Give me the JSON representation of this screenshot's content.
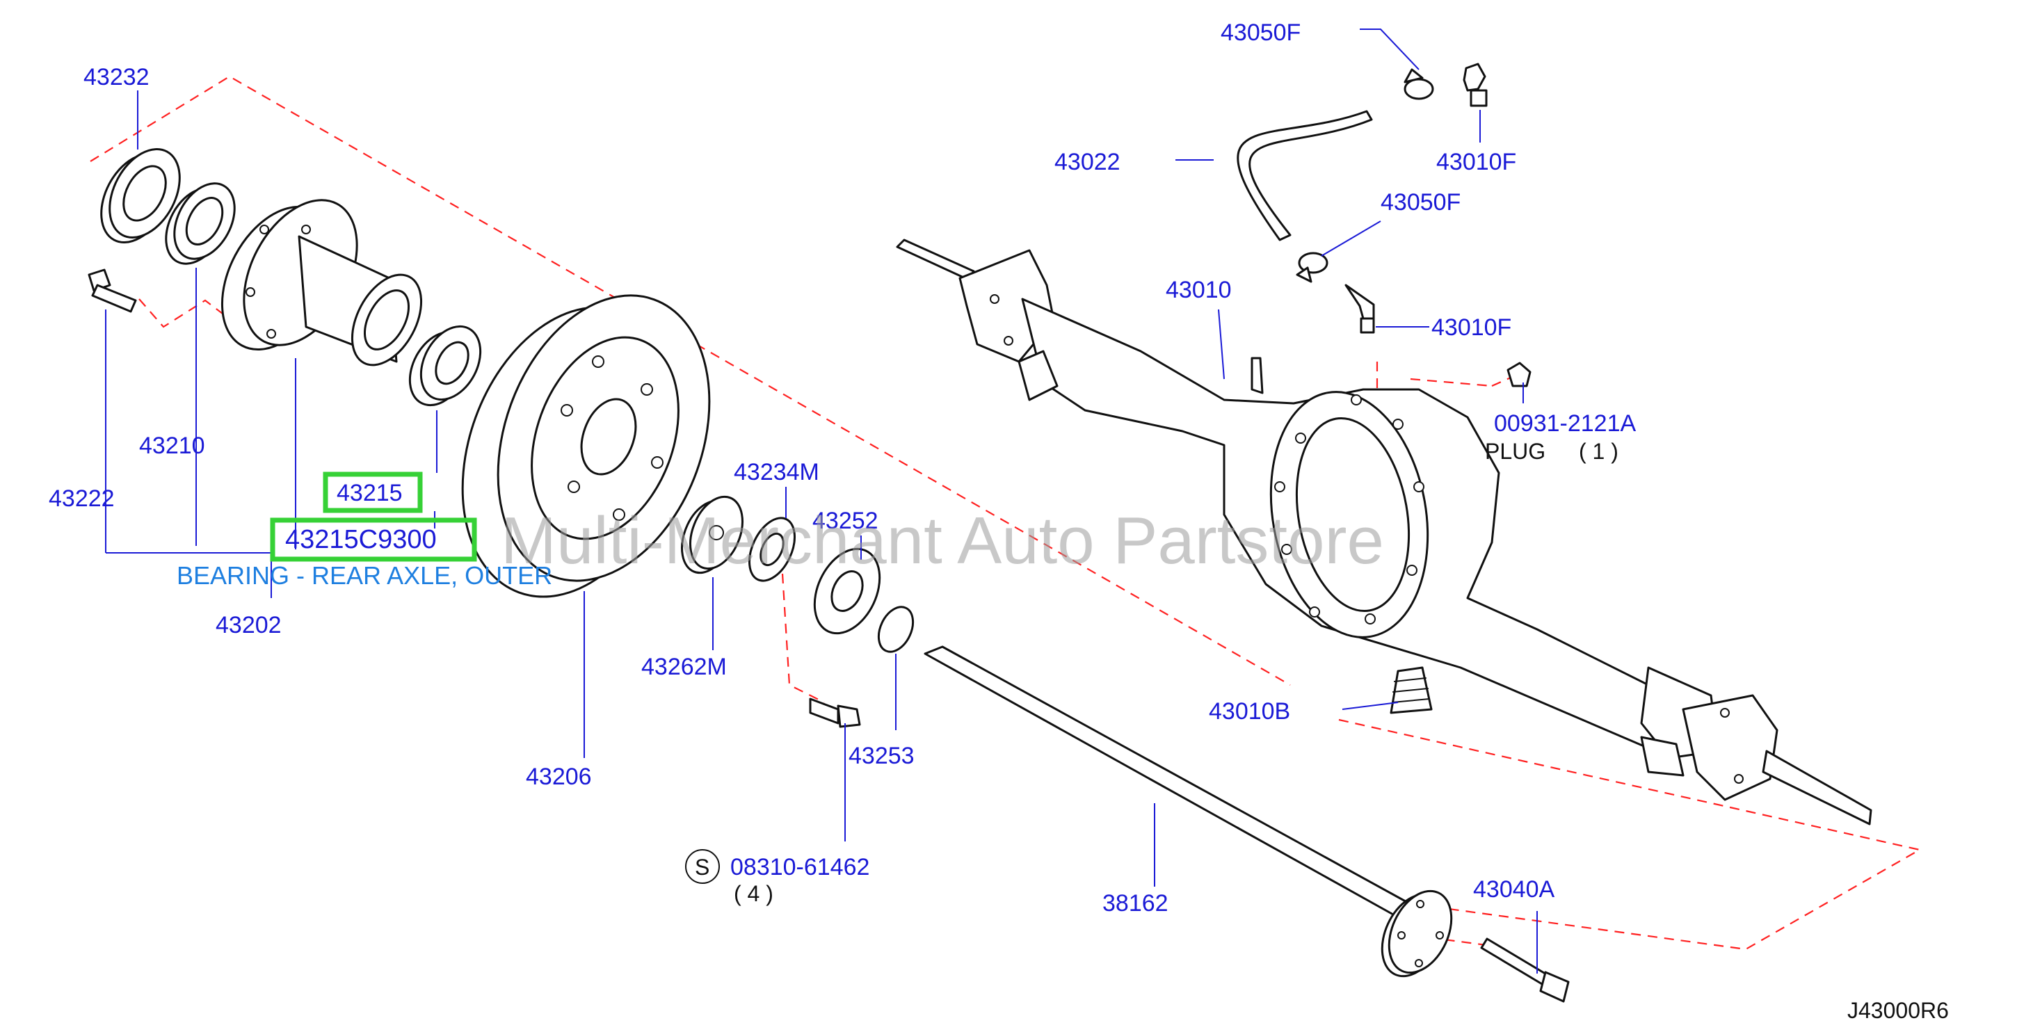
{
  "diagram": {
    "watermark": "Multi-Merchant Auto Partstore",
    "diagram_code": "J43000R6",
    "highlight_color": "#36d136",
    "label_color": "#1a1ad6",
    "description_color": "#1e7fe0",
    "labels": {
      "p43232": "43232",
      "p43210": "43210",
      "p43222": "43222",
      "p43215": "43215",
      "p43215c9300": "43215C9300",
      "desc": "BEARING - REAR AXLE, OUTER",
      "p43202": "43202",
      "p43206": "43206",
      "p43234m": "43234M",
      "p43252": "43252",
      "p43262m": "43262M",
      "p43253": "43253",
      "s_symbol": "S",
      "p08310": "08310-61462",
      "qty4": "( 4 )",
      "p38162": "38162",
      "p43040a": "43040A",
      "p43050f_top": "43050F",
      "p43022": "43022",
      "p43010f_top": "43010F",
      "p43050f_mid": "43050F",
      "p43010": "43010",
      "p43010f_mid": "43010F",
      "p00931": "00931-2121A",
      "plug": "PLUG",
      "qty1": "( 1 )",
      "p43010b": "43010B"
    }
  }
}
